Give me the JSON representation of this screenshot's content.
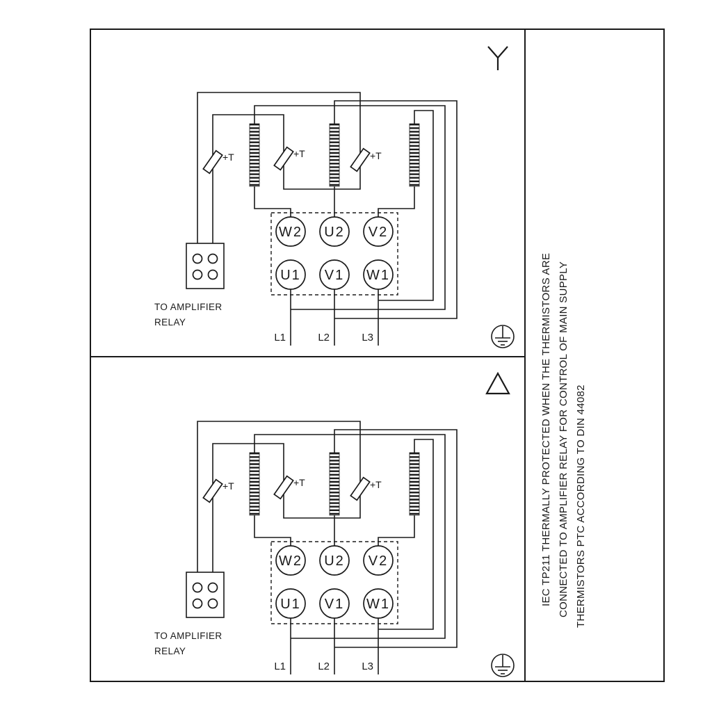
{
  "colors": {
    "ink": "#1a1a1a",
    "background": "#ffffff"
  },
  "panels": [
    {
      "connection": "star",
      "connection_symbol": "wye-connection-icon",
      "thermistor_label": "+T",
      "relay_note": {
        "line1": "TO AMPLIFIER",
        "line2": "RELAY"
      },
      "terminals_top": [
        "W2",
        "U2",
        "V2"
      ],
      "terminals_bottom": [
        "U1",
        "V1",
        "W1"
      ],
      "supply_lines": [
        "L1",
        "L2",
        "L3"
      ]
    },
    {
      "connection": "delta",
      "connection_symbol": "delta-connection-icon",
      "thermistor_label": "+T",
      "relay_note": {
        "line1": "TO AMPLIFIER",
        "line2": "RELAY"
      },
      "terminals_top": [
        "W2",
        "U2",
        "V2"
      ],
      "terminals_bottom": [
        "U1",
        "V1",
        "W1"
      ],
      "supply_lines": [
        "L1",
        "L2",
        "L3"
      ]
    }
  ],
  "side_note_lines": [
    "IEC TP211 THERMALLY PROTECTED WHEN THE THERMISTORS ARE",
    "CONNECTED TO AMPLIFIER RELAY FOR CONTROL OF MAIN SUPPLY",
    "THERMISTORS PTC ACCORDING TO DIN 44082"
  ]
}
